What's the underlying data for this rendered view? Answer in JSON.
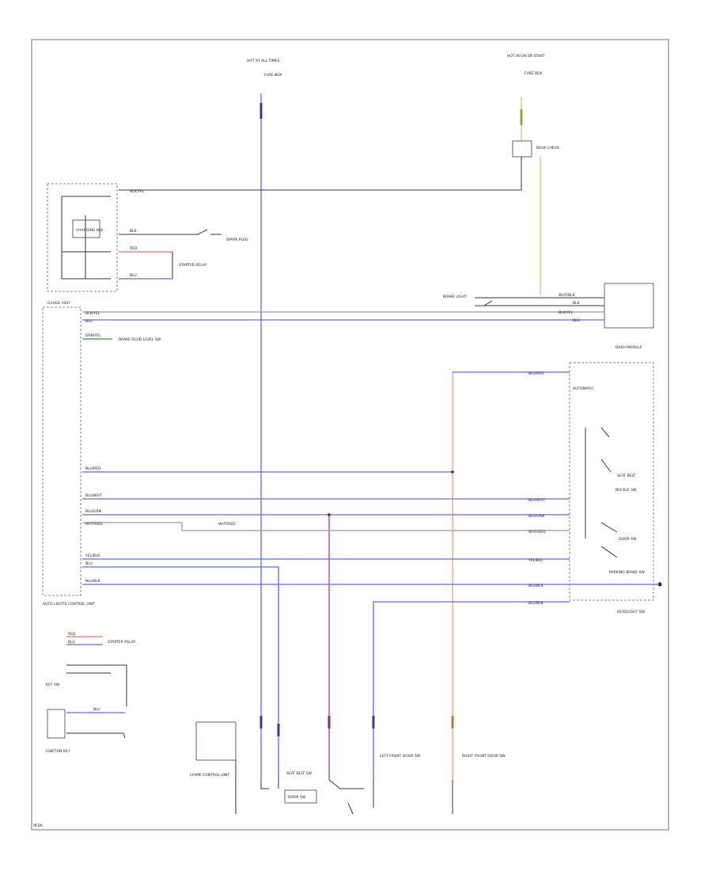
{
  "labels": {
    "top_center_source": "HOT AT ALL TIMES",
    "top_center_fuse": "FUSE BOX",
    "top_right_source": "HOT IN ON OR START",
    "top_right_fuse": "FUSE BOX",
    "bulb_check": "BULB CHECK",
    "upper_left_ind": "CHARGING IND",
    "spark_plug": "SPARK PLUG",
    "starter_relay": "STARTER RELAY",
    "brake_fluid": "BRAKE FLUID LEVEL SW",
    "gauge_assy": "GAUGE ASSY",
    "brake_light": "BRAKE LIGHT",
    "parking_brake_sw": "PARKING BRAKE SW",
    "right_module": "DASH MODULE",
    "automatic": "AUTOMATIC",
    "seat_belt": "SEAT BELT",
    "buckle_sw": "BUCKLE SW",
    "doors": "DOOR SW",
    "headlight_sw": "HEADLIGHT SW",
    "left_module": "AUTO LIGHTS CONTROL UNIT",
    "key_switch": "KEY SW",
    "ignition_key": "IGNITION KEY",
    "bottom_left_ctrl": "CHIME CONTROL UNIT",
    "bottom_center1": "SEAT BELT SW",
    "bottom_center2": "DOOR SW",
    "bottom_right1": "LEFT FRONT DOOR SW",
    "bottom_right2": "RIGHT FRONT DOOR SW",
    "footer": "9FEN"
  },
  "wire_labels": {
    "blk_yel": "BLK/YEL",
    "blu": "BLU",
    "wht_blk": "WHT/BLK",
    "red": "RED",
    "blk": "BLK",
    "grn_yel": "GRN/YEL",
    "blu_red": "BLU/RED",
    "blu_wht": "BLU/WHT",
    "blu_grn": "BLU/GRN",
    "wht_red": "WHT/RED",
    "yel_blu": "YEL/BLU",
    "blu_blk": "BLU/BLK"
  },
  "colors": {
    "blue": "#6464ff",
    "gray": "#9a9a9a",
    "red": "#ff6a6a",
    "orange": "#f4a070",
    "purple": "#b03a9a",
    "yellow": "#c8c878",
    "green": "#2aa02a"
  }
}
